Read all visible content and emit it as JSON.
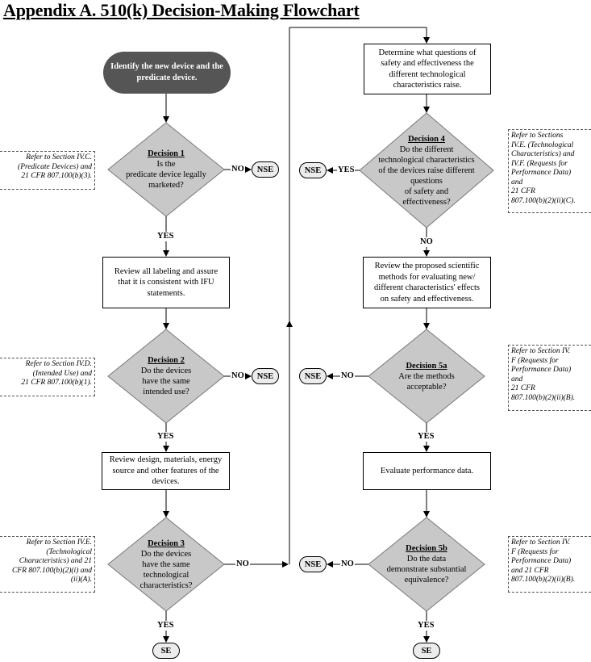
{
  "title": "Appendix A.  510(k) Decision-Making Flowchart",
  "start": [
    "Identify the new device and the",
    "predicate device."
  ],
  "decisions": [
    {
      "heading": "Decision 1",
      "lines": [
        "Is the",
        "predicate device legally",
        "marketed?"
      ]
    },
    {
      "heading": "Decision 2",
      "lines": [
        "Do the devices",
        "have the same",
        "intended use?"
      ]
    },
    {
      "heading": "Decision 3",
      "lines": [
        "Do the devices",
        "have the same",
        "technological",
        "characteristics?"
      ]
    },
    {
      "heading": "Decision 4",
      "lines": [
        "Do the different",
        "technological characteristics",
        "of the devices raise different",
        "questions",
        "of safety and",
        "effectiveness?"
      ]
    },
    {
      "heading": "Decision 5a",
      "lines": [
        "Are the methods",
        "acceptable?"
      ]
    },
    {
      "heading": "Decision 5b",
      "lines": [
        "Do the data",
        "demonstrate substantial",
        "equivalence?"
      ]
    }
  ],
  "boxes": [
    [
      "Review all labeling and assure",
      "that it is consistent with IFU",
      "statements."
    ],
    [
      "Review design, materials, energy",
      "source and other features of the",
      "devices."
    ],
    [
      "Determine what questions of",
      "safety and effectiveness the",
      "different technological",
      "characteristics raise."
    ],
    [
      "Review the proposed scientific",
      "methods for evaluating new/",
      "different characteristics' effects",
      "on safety and effectiveness."
    ],
    [
      "Evaluate performance data."
    ]
  ],
  "terminals": {
    "nse": "NSE",
    "se": "SE"
  },
  "edge_labels": {
    "yes": "YES",
    "no": "NO"
  },
  "notes": [
    [
      "Refer to Section IV.C.",
      "(Predicate Devices) and",
      "21 CFR 807.100(b)(3)."
    ],
    [
      "Refer to Section IV.D.",
      "(Intended Use) and",
      "21 CFR 807.100(b)(1)."
    ],
    [
      "Refer to Section IV.E.",
      "(Technological",
      "Characteristics) and 21",
      "CFR 807.100(b)(2)(i) and",
      "(ii)(A)."
    ],
    [
      "Refer to Sections",
      "IV.E. (Technological",
      "Characteristics) and",
      "IV.F. (Requests for",
      "Performance Data)",
      "and",
      "21 CFR",
      "807.100(b)(2)(ii)(C)."
    ],
    [
      "Refer to Section IV.",
      "F (Requests for",
      "Performance Data)",
      "and",
      "21 CFR",
      "807.100(b)(2)(ii)(B)."
    ],
    [
      "Refer to Section IV.",
      "F (Requests for",
      "Performance Data)",
      "and 21 CFR",
      "807.100(b)(2)(ii)(B)."
    ]
  ]
}
